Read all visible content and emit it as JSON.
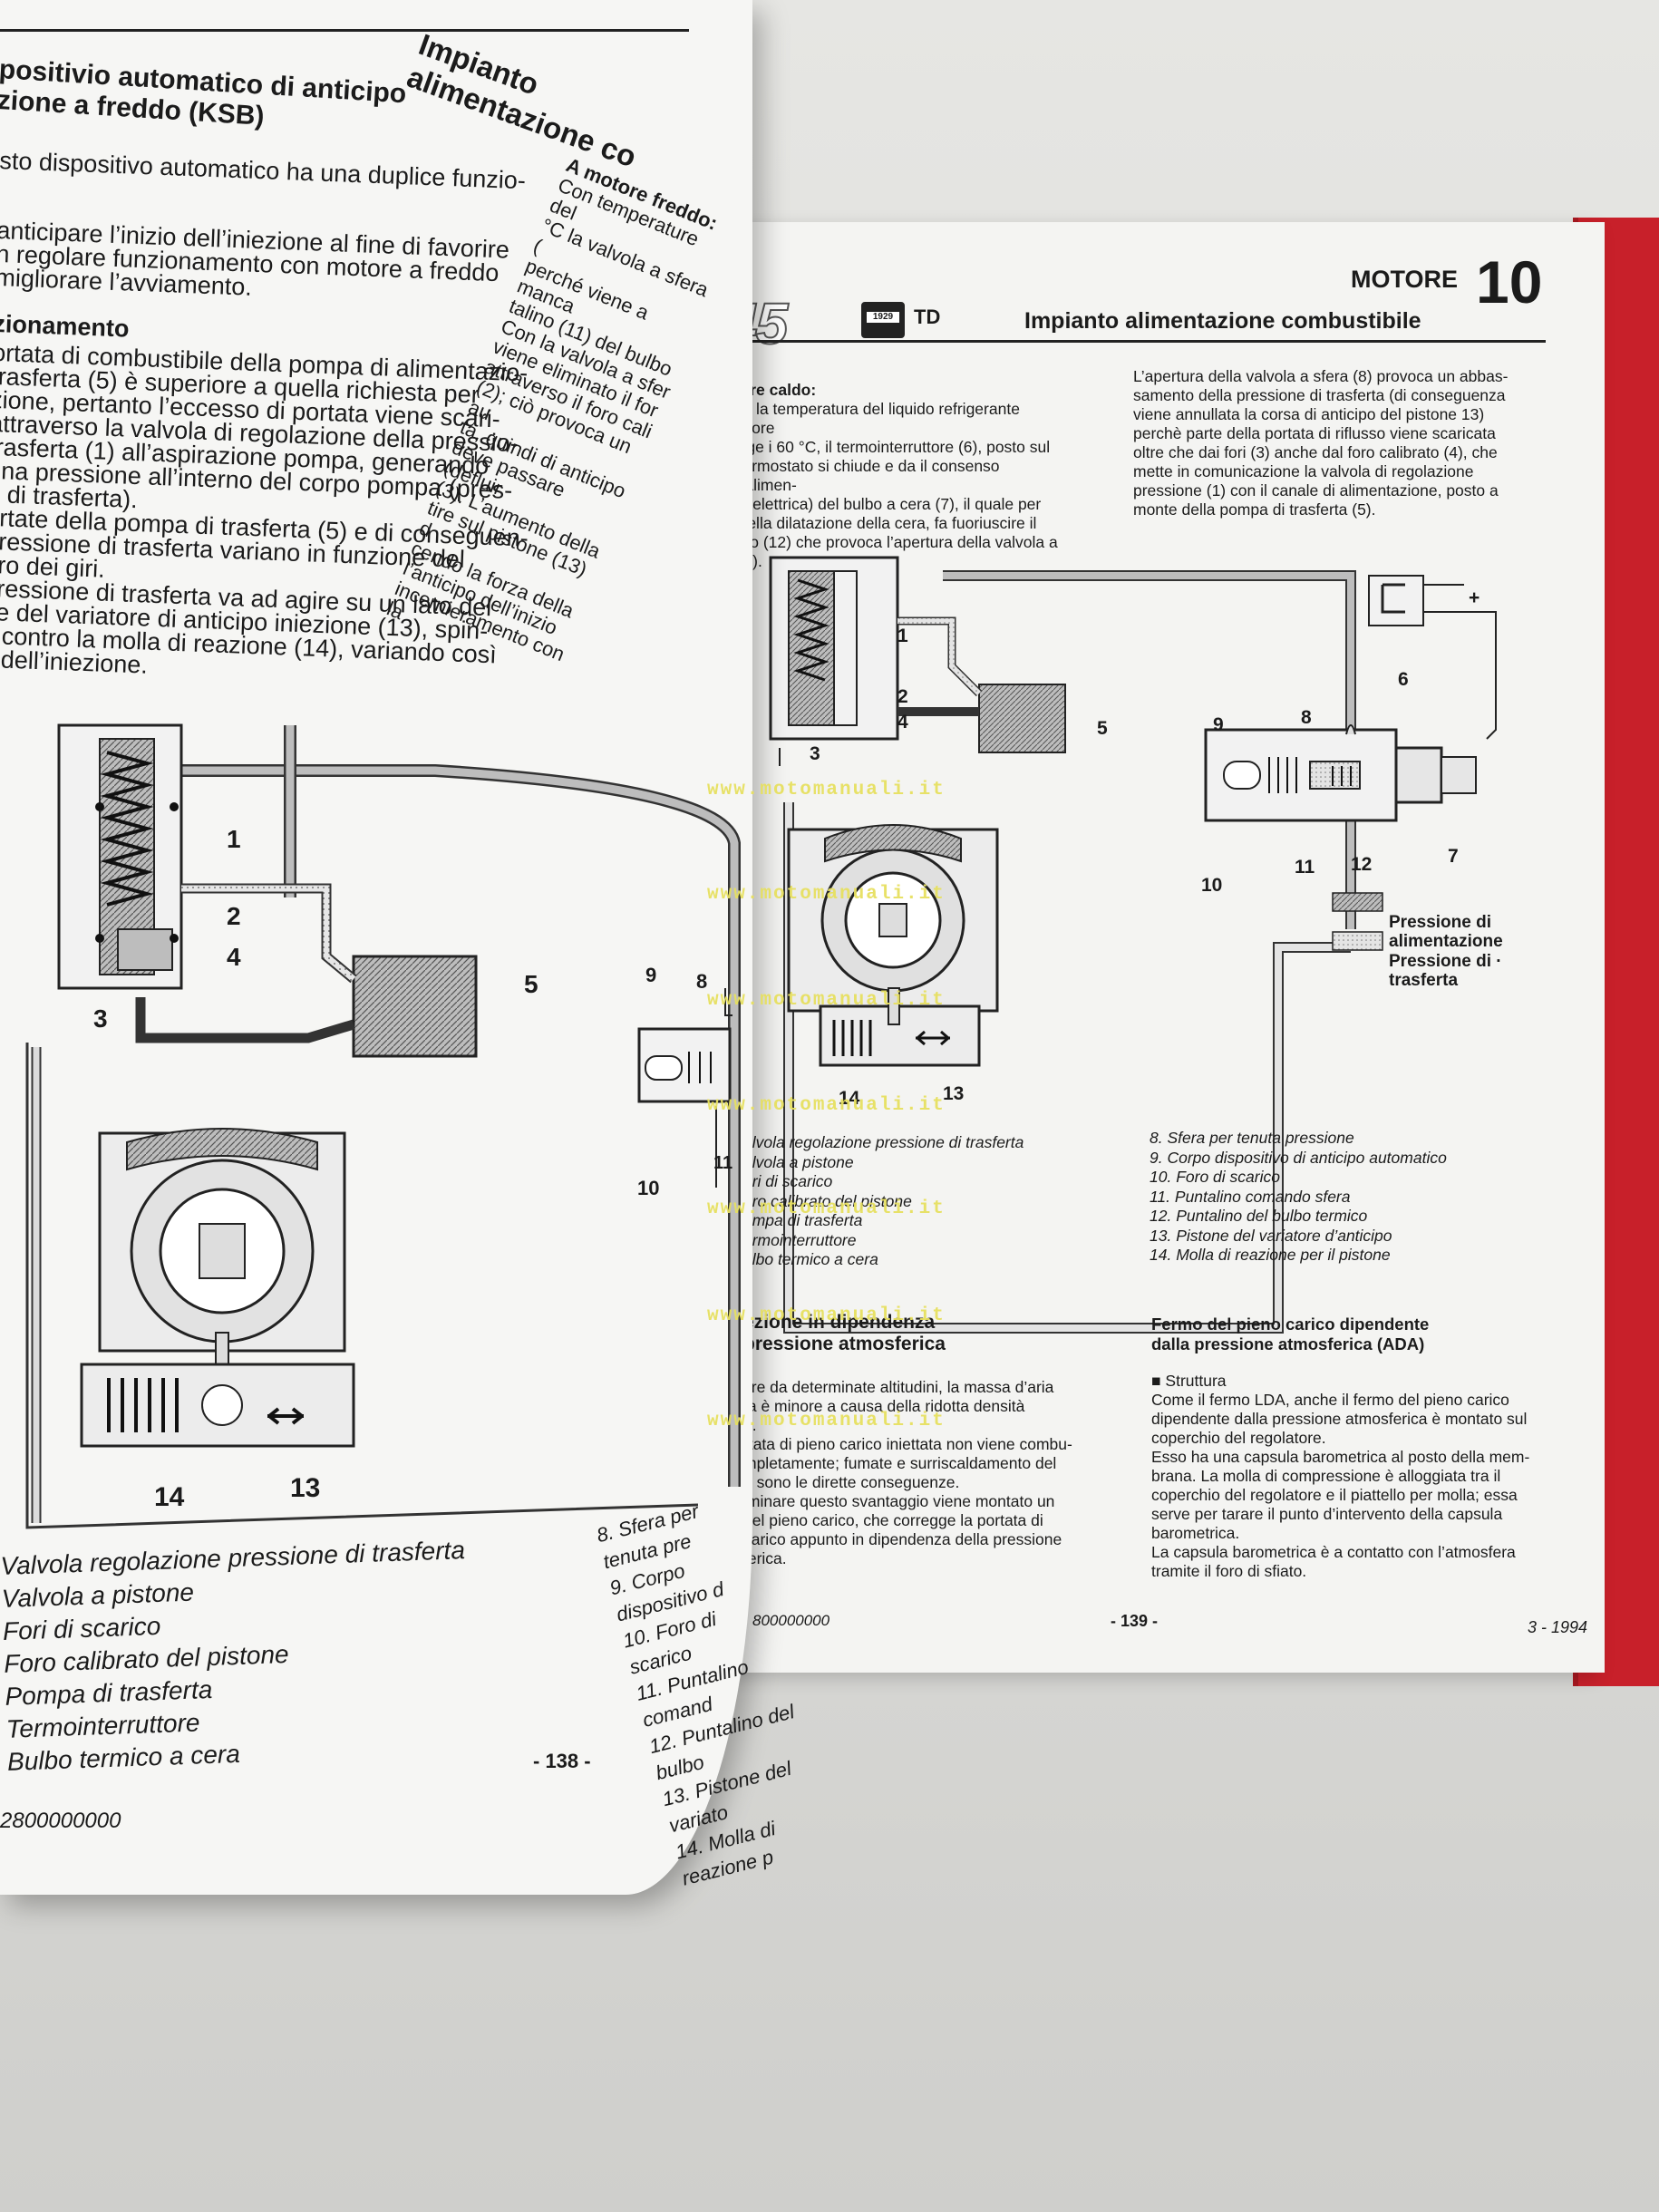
{
  "left_page": {
    "header_title": "Impianto alimentazione co",
    "section_title_line1": "positivio automatico di anticipo",
    "section_title_line2": "zione a freddo (KSB)",
    "intro_lines": [
      "sto dispositivo automatico ha una duplice funzio-",
      "anticipare l’inizio dell’iniezione al fine di favorire",
      "n regolare funzionamento con motore a freddo",
      "migliorare l’avviamento."
    ],
    "subheading": "zionamento",
    "body_lines": [
      "ortata di combustibile della pompa di alimentazio-",
      "trasferta (5) è superiore a quella richiesta per",
      "zione, pertanto l’eccesso di portata viene scari-",
      "attraverso la valvola di regolazione della pressio-",
      "trasferta (1) all’aspirazione pompa, generando",
      "una pressione all’interno del corpo pompa (pres-",
      "e di trasferta).",
      "ortate della pompa di trasferta (5) e di conseguen-",
      "pressione di trasferta variano in funzione del",
      "ero dei giri.",
      "pressione di trasferta va ad agire su un lato del",
      "ne del variatore di anticipo iniezione (13), spin-",
      "o contro la molla di reazione (14), variando così",
      "o dell’iniezione."
    ],
    "col2_heading": "A motore freddo:",
    "col2_lines": [
      "Con temperature del",
      "°C la valvola a sfera (",
      "perché viene a manca",
      "talino (11) del bulbo",
      "Con la valvola a sfer",
      "viene eliminato il for",
      "attraverso il foro cali",
      "(2); ciò provoca un au",
      "ta, quindi di anticipo",
      "deve passare (defluir",
      "(3). L’aumento della",
      "tire sul pistone (13) d",
      "cendo la forza della",
      "l’anticipo dell’inizio",
      "incernieramento con la"
    ],
    "diagram_labels": [
      "1",
      "2",
      "4",
      "3",
      "5",
      "9",
      "8",
      "10",
      "11",
      "14",
      "13"
    ],
    "captions": [
      "Valvola regolazione pressione di trasferta",
      "Valvola a pistone",
      "Fori di scarico",
      "Foro calibrato del pistone",
      "Pompa di trasferta",
      "Termointerruttore",
      "Bulbo termico a cera"
    ],
    "captions_col2": [
      "8.  Sfera per tenuta pre",
      "9.  Corpo dispositivo d",
      "10. Foro di scarico",
      "11. Puntalino comand",
      "12. Puntalino del bulbo",
      "13. Pistone del variato",
      "14. Molla di reazione p"
    ],
    "page_number": "- 138 -",
    "footer_code": "2800000000"
  },
  "right_page": {
    "model": "45",
    "badge": "1929",
    "badge_suffix": "TD",
    "chapter_word": "MOTORE",
    "chapter_number": "10",
    "header_title": "Impianto alimentazione combustibile",
    "col1_heading": "otore caldo:",
    "col1_lines": [
      "ndo la temperatura del liquido refrigerante motore",
      "iunge i 60 °C, il termointerruttore (6), posto sul",
      "o termostato si chiude e da il consenso all’alimen-",
      "ne (elettrica) del bulbo a cera (7), il quale per",
      "o della dilatazione della cera, fa fuoriuscire il",
      "alino (12) che provoca l’apertura della valvola a",
      "a (8)."
    ],
    "col2_lines": [
      "L’apertura della valvola a sfera (8) provoca un abbas-",
      "samento della pressione di trasferta (di conseguenza",
      "viene annullata la corsa di anticipo del pistone 13)",
      "perchè parte della portata di riflusso viene scaricata",
      "oltre che dai fori (3) anche dal foro calibrato (4), che",
      "mette in comunicazione la valvola di regolazione",
      "pressione (1) con il canale di alimentazione, posto a",
      "monte della pompa di trasferta (5)."
    ],
    "diagram_labels": [
      "1",
      "2",
      "4",
      "3",
      "5",
      "6",
      "9",
      "8",
      "11",
      "12",
      "7",
      "10",
      "14",
      "13",
      "+"
    ],
    "legend": [
      {
        "label_line1": "Pressione di",
        "label_line2": "alimentazione"
      },
      {
        "label_line1": "Pressione di ·",
        "label_line2": "trasferta"
      }
    ],
    "captions_left": [
      "alvola regolazione pressione di trasferta",
      "alvola a pistone",
      "ori di scarico",
      "oro calibrato del pistone",
      "ompa di trasferta",
      "ermointerruttore",
      "ulbo termico a cera"
    ],
    "captions_right": [
      "8.   Sfera per tenuta pressione",
      "9.   Corpo dispositivo di anticipo automatico",
      "10. Foro di scarico",
      "11. Puntalino comando sfera",
      "12. Puntalino del bulbo termico",
      "13. Pistone del variatore d’anticipo",
      "14. Molla di reazione per il pistone"
    ],
    "section2_title_line1": "ezione in dipendenza",
    "section2_title_line2": "pressione atmosferica",
    "section2_lines": [
      "tire da determinate altitudini, la massa d’aria",
      "ta è minore a causa della ridotta densità",
      "a.",
      "rtata di pieno carico iniettata non viene combu-",
      "mpletamente; fumate e surriscaldamento del",
      "e sono le dirette conseguenze.",
      "iminare questo svantaggio viene montato un",
      "del pieno carico, che corregge la portata di",
      "carico appunto in dipendenza della pressione",
      "ferica."
    ],
    "section3_title_line1": "Fermo del pieno carico dipendente",
    "section3_title_line2": "dalla pressione atmosferica (ADA)",
    "section3_subhead": "■ Struttura",
    "section3_lines": [
      "Come il fermo LDA, anche il fermo del pieno carico",
      "dipendente dalla pressione atmosferica è montato sul",
      "coperchio del regolatore.",
      "Esso ha una capsula barometrica al posto della mem-",
      "brana. La molla di compressione è alloggiata tra il",
      "coperchio del regolatore e il piattello per molla; essa",
      "serve per tarare il punto d’intervento della capsula",
      "barometrica.",
      "La capsula barometrica è a contatto con l’atmosfera",
      "tramite il foro di sfiato."
    ],
    "footer_code": "800000000",
    "page_number": "- 139 -",
    "date": "3 - 1994"
  },
  "watermark": "www.motomanuali.it"
}
